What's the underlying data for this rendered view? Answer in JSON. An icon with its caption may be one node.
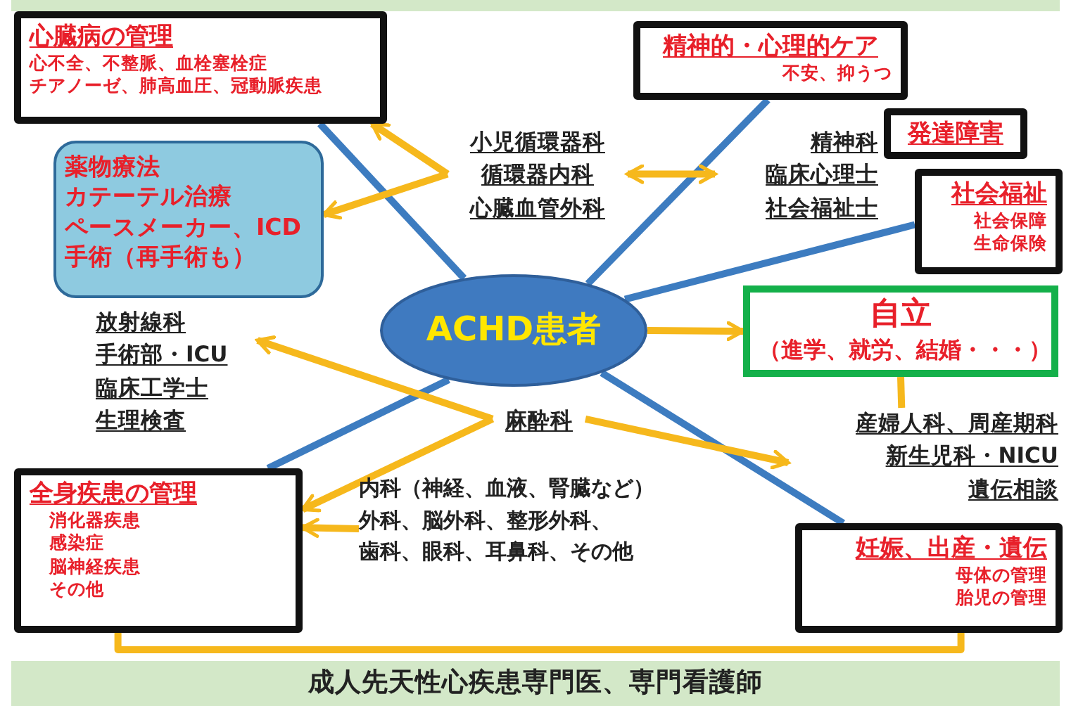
{
  "diagram": {
    "nodes": [
      {
        "text": [
          "心臓病の管理",
          "心不全、不整脈、血栓塞栓症",
          "チアノーゼ、肺高血圧、冠動脈疾患"
        ]
      },
      {
        "text": [
          "精神的・心理的ケア",
          "不安、抑うつ"
        ]
      },
      {
        "text": [
          "発達障害"
        ]
      },
      {
        "text": [
          "社会福祉",
          "社会保障",
          "生命保険"
        ]
      },
      {
        "text": [
          "薬物療法",
          "カテーテル治療",
          "ペースメーカー、ICD",
          "手術（再手術も）"
        ]
      },
      {
        "text": [
          "小児循環器科",
          "循環器内科",
          "心臓血管外科"
        ]
      },
      {
        "text": [
          "精神科",
          "臨床心理士",
          "社会福祉士"
        ]
      },
      {
        "text": [
          "ACHD患者"
        ]
      },
      {
        "text": [
          "自立",
          "（進学、就労、結婚・・・）"
        ]
      },
      {
        "text": [
          "放射線科",
          "手術部・ICU",
          "臨床工学士",
          "生理検査"
        ]
      },
      {
        "text": [
          "麻酔科"
        ]
      },
      {
        "text": [
          "産婦人科、周産期科",
          "新生児科・NICU",
          "遺伝相談"
        ]
      },
      {
        "text": [
          "全身疾患の管理",
          "消化器疾患",
          "感染症",
          "脳神経疾患",
          "その他"
        ]
      },
      {
        "text": [
          "内科（神経、血液、腎臓など）",
          "外科、脳外科、整形外科、",
          "歯科、眼科、耳鼻科、その他"
        ]
      },
      {
        "text": [
          "妊娠、出産・遺伝",
          "母体の管理",
          "胎児の管理"
        ]
      },
      {
        "text": [
          "成人先天性心疾患専門医、専門看護師"
        ]
      }
    ],
    "edges": [
      {
        "from": 7,
        "to": 0,
        "arrow": "none",
        "color": "#3d7cc0"
      },
      {
        "from": 7,
        "to": 1,
        "arrow": "none",
        "color": "#3d7cc0"
      },
      {
        "from": 7,
        "to": 3,
        "arrow": "none",
        "color": "#3d7cc0"
      },
      {
        "from": 7,
        "to": 12,
        "arrow": "none",
        "color": "#3d7cc0"
      },
      {
        "from": 7,
        "to": 14,
        "arrow": "none",
        "color": "#3d7cc0"
      },
      {
        "from": 5,
        "to": 0,
        "arrow": "to"
      },
      {
        "from": 5,
        "to": 4,
        "arrow": "to"
      },
      {
        "from": 5,
        "to": 6,
        "arrow": "both"
      },
      {
        "from": 7,
        "to": 8,
        "arrow": "to"
      },
      {
        "from": 10,
        "to": 9,
        "arrow": "to"
      },
      {
        "from": 10,
        "to": 12,
        "arrow": "to"
      },
      {
        "from": 10,
        "to": 11,
        "arrow": "to"
      },
      {
        "from": 13,
        "to": 12,
        "arrow": "to"
      },
      {
        "from": 8,
        "to": 11,
        "arrow": "none"
      },
      {
        "from": 12,
        "to": 14,
        "arrow": "none"
      }
    ]
  }
}
